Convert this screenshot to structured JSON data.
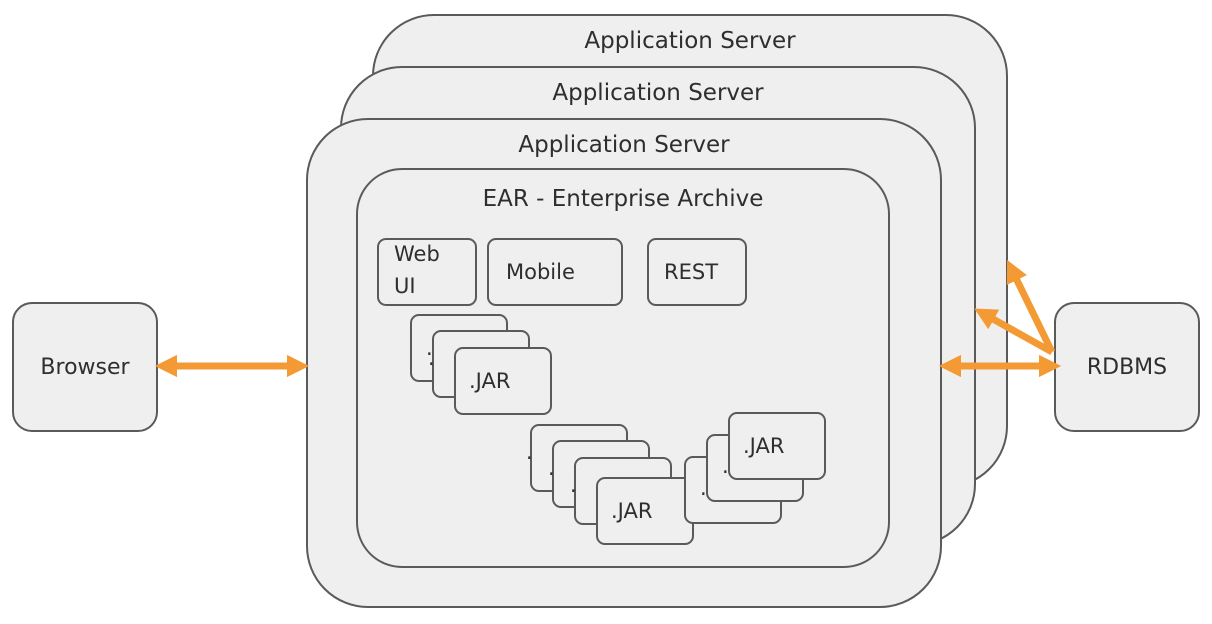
{
  "diagram": {
    "servers": [
      {
        "title": "Application Server"
      },
      {
        "title": "Application Server"
      },
      {
        "title": "Application Server"
      }
    ],
    "ear": {
      "title": "EAR - Enterprise Archive"
    },
    "modules": [
      {
        "label_line1": "Web",
        "label_line2": "UI"
      },
      {
        "label": "Mobile"
      },
      {
        "label": "REST"
      }
    ],
    "jars": {
      "label": ".JAR",
      "ellipsis": "."
    },
    "browser": {
      "label": "Browser"
    },
    "database": {
      "label": "RDBMS"
    },
    "colors": {
      "arrow": "#f39a34",
      "box_fill": "#efefef",
      "box_border": "#5a5a5a"
    }
  }
}
